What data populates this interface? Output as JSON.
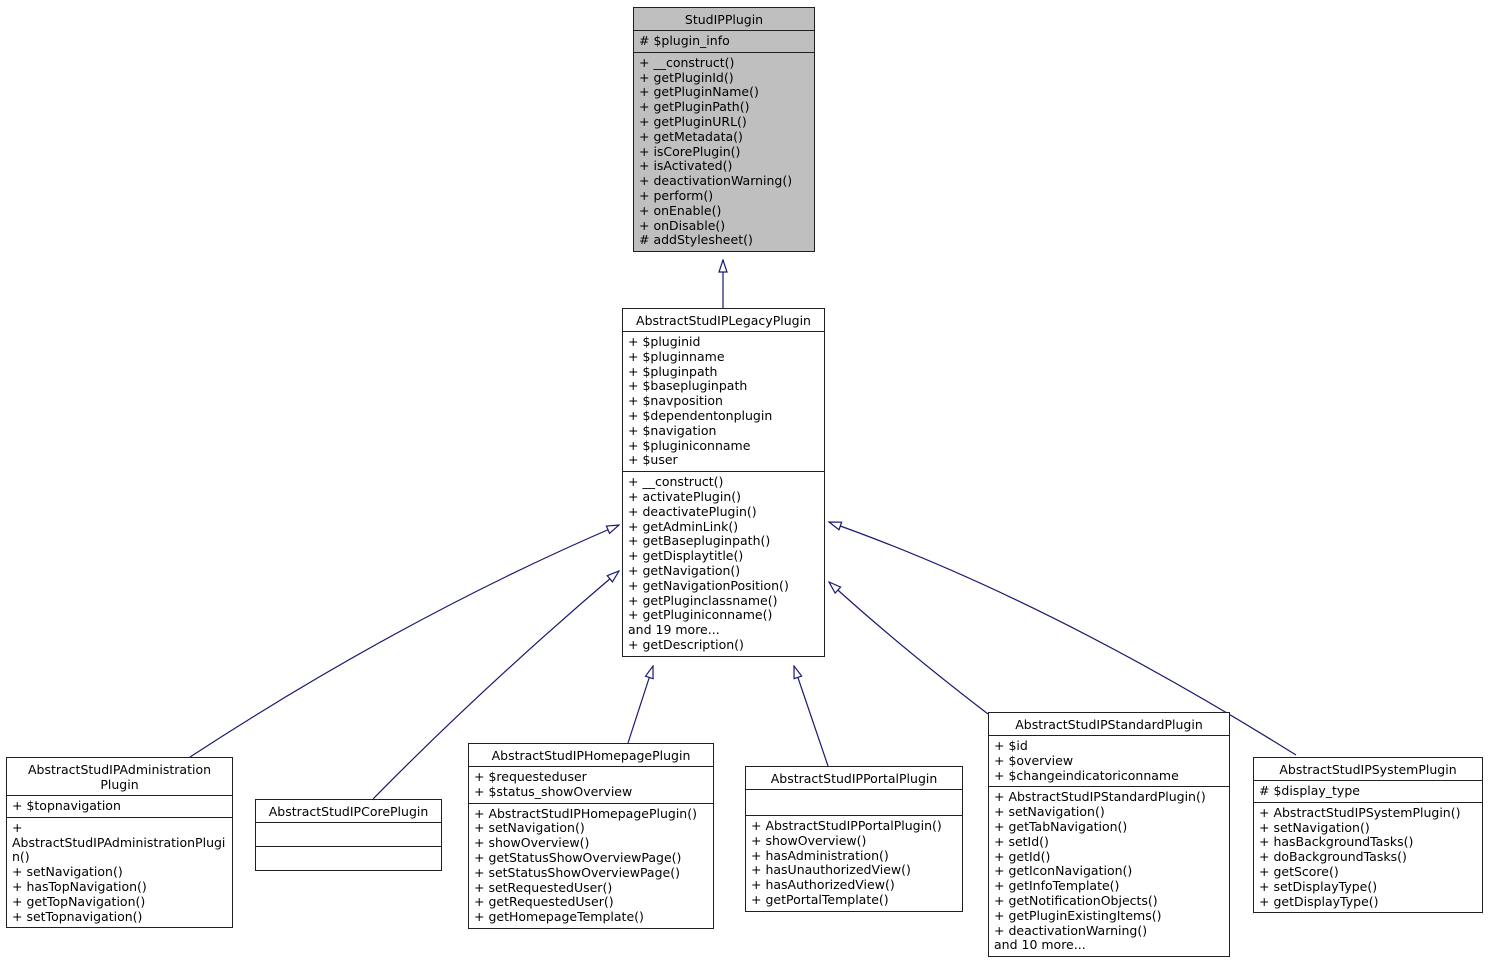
{
  "diagram": {
    "title": "StudIPPlugin inheritance diagram",
    "colors": {
      "arrow": "#191970",
      "current_class_fill": "#bfbfbf",
      "box_fill": "#ffffff",
      "border": "#202020",
      "background": "#ffffff"
    },
    "classes": [
      {
        "name": "StudIPPlugin",
        "title": "StudIPPlugin",
        "fields": [
          "# $plugin_info"
        ],
        "methods": [
          "+ __construct()",
          "+ getPluginId()",
          "+ getPluginName()",
          "+ getPluginPath()",
          "+ getPluginURL()",
          "+ getMetadata()",
          "+ isCorePlugin()",
          "+ isActivated()",
          "+ deactivationWarning()",
          "+ perform()",
          "+ onEnable()",
          "+ onDisable()",
          "# addStylesheet()"
        ]
      },
      {
        "name": "AbstractStudIPLegacyPlugin",
        "title": "AbstractStudIPLegacyPlugin",
        "fields": [
          "+ $pluginid",
          "+ $pluginname",
          "+ $pluginpath",
          "+ $basepluginpath",
          "+ $navposition",
          "+ $dependentonplugin",
          "+ $navigation",
          "+ $pluginiconname",
          "+ $user"
        ],
        "methods": [
          "+ __construct()",
          "+ activatePlugin()",
          "+ deactivatePlugin()",
          "+ getAdminLink()",
          "+ getBasepluginpath()",
          "+ getDisplaytitle()",
          "+ getNavigation()",
          "+ getNavigationPosition()",
          "+ getPluginclassname()",
          "+ getPluginiconname()",
          "and 19 more...",
          "+ getDescription()"
        ]
      },
      {
        "name": "AbstractStudIPAdministrationPlugin",
        "title": "AbstractStudIPAdministration\nPlugin",
        "fields": [
          "+ $topnavigation"
        ],
        "methods": [
          "+ AbstractStudIPAdministrationPlugin()",
          "+ setNavigation()",
          "+ hasTopNavigation()",
          "+ getTopNavigation()",
          "+ setTopnavigation()"
        ]
      },
      {
        "name": "AbstractStudIPCorePlugin",
        "title": "AbstractStudIPCorePlugin",
        "fields": [],
        "methods": []
      },
      {
        "name": "AbstractStudIPHomepagePlugin",
        "title": "AbstractStudIPHomepagePlugin",
        "fields": [
          "+ $requesteduser",
          "+ $status_showOverview"
        ],
        "methods": [
          "+ AbstractStudIPHomepagePlugin()",
          "+ setNavigation()",
          "+ showOverview()",
          "+ getStatusShowOverviewPage()",
          "+ setStatusShowOverviewPage()",
          "+ setRequestedUser()",
          "+ getRequestedUser()",
          "+ getHomepageTemplate()"
        ]
      },
      {
        "name": "AbstractStudIPPortalPlugin",
        "title": "AbstractStudIPPortalPlugin",
        "fields": [],
        "methods": [
          "+ AbstractStudIPPortalPlugin()",
          "+ showOverview()",
          "+ hasAdministration()",
          "+ hasUnauthorizedView()",
          "+ hasAuthorizedView()",
          "+ getPortalTemplate()"
        ]
      },
      {
        "name": "AbstractStudIPStandardPlugin",
        "title": "AbstractStudIPStandardPlugin",
        "fields": [
          "+ $id",
          "+ $overview",
          "+ $changeindicatoriconname"
        ],
        "methods": [
          "+ AbstractStudIPStandardPlugin()",
          "+ setNavigation()",
          "+ getTabNavigation()",
          "+ setId()",
          "+ getId()",
          "+ getIconNavigation()",
          "+ getInfoTemplate()",
          "+ getNotificationObjects()",
          "+ getPluginExistingItems()",
          "+ deactivationWarning()",
          "and 10 more..."
        ]
      },
      {
        "name": "AbstractStudIPSystemPlugin",
        "title": "AbstractStudIPSystemPlugin",
        "fields": [
          "# $display_type"
        ],
        "methods": [
          "+ AbstractStudIPSystemPlugin()",
          "+ setNavigation()",
          "+ hasBackgroundTasks()",
          "+ doBackgroundTasks()",
          "+ getScore()",
          "+ setDisplayType()",
          "+ getDisplayType()"
        ]
      }
    ],
    "edges": [
      {
        "child": "AbstractStudIPLegacyPlugin",
        "parent": "StudIPPlugin",
        "type": "inheritance"
      },
      {
        "child": "AbstractStudIPAdministrationPlugin",
        "parent": "AbstractStudIPLegacyPlugin",
        "type": "inheritance"
      },
      {
        "child": "AbstractStudIPCorePlugin",
        "parent": "AbstractStudIPLegacyPlugin",
        "type": "inheritance"
      },
      {
        "child": "AbstractStudIPHomepagePlugin",
        "parent": "AbstractStudIPLegacyPlugin",
        "type": "inheritance"
      },
      {
        "child": "AbstractStudIPPortalPlugin",
        "parent": "AbstractStudIPLegacyPlugin",
        "type": "inheritance"
      },
      {
        "child": "AbstractStudIPStandardPlugin",
        "parent": "AbstractStudIPLegacyPlugin",
        "type": "inheritance"
      },
      {
        "child": "AbstractStudIPSystemPlugin",
        "parent": "AbstractStudIPLegacyPlugin",
        "type": "inheritance"
      }
    ]
  }
}
